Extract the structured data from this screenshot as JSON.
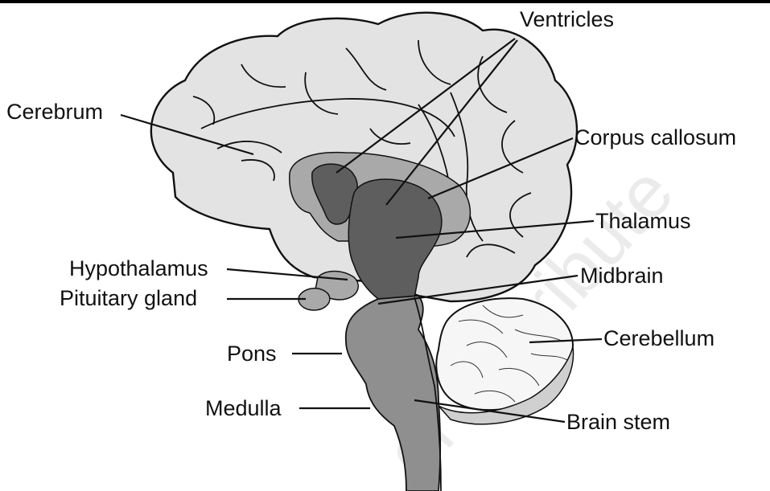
{
  "diagram": {
    "labels": {
      "ventricles": "Ventricles",
      "cerebrum": "Cerebrum",
      "corpus_callosum": "Corpus callosum",
      "thalamus": "Thalamus",
      "hypothalamus": "Hypothalamus",
      "pituitary_gland": "Pituitary gland",
      "midbrain": "Midbrain",
      "cerebellum": "Cerebellum",
      "pons": "Pons",
      "medulla": "Medulla",
      "brain_stem": "Brain stem"
    },
    "watermark": "or distribute"
  },
  "colors": {
    "cerebrum_fill": "#e3e3e3",
    "corpus_callosum_fill": "#a9a9a9",
    "ventricles_fill": "#5e5e5e",
    "brainstem_fill": "#8f8f8f",
    "cerebellum_fill": "#f6f6f6",
    "outline": "#111111"
  }
}
